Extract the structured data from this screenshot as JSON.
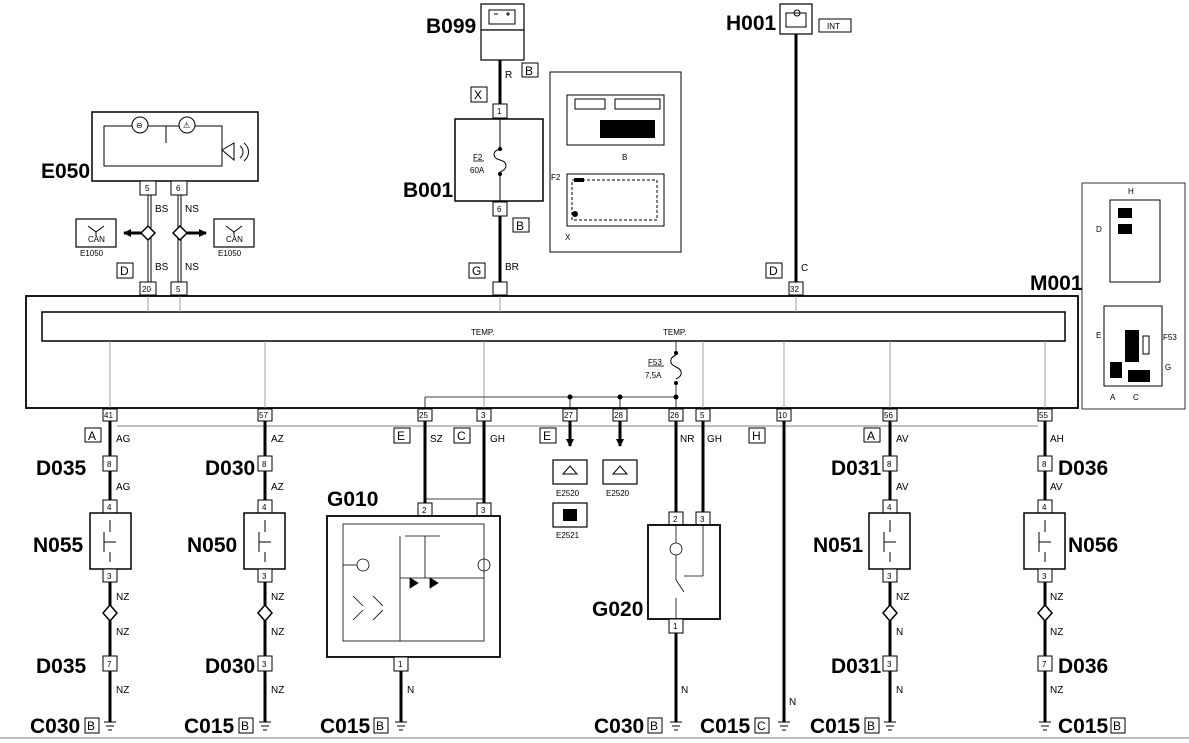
{
  "components": {
    "B099": "B099",
    "H001": "H001",
    "H001_tag": "INT",
    "B001": "B001",
    "E050": "E050",
    "M001": "M001",
    "D035": "D035",
    "D030": "D030",
    "D031": "D031",
    "D036": "D036",
    "N055": "N055",
    "N050": "N050",
    "N051": "N051",
    "N056": "N056",
    "G010": "G010",
    "G020": "G020",
    "E1050": "E1050",
    "E2520": "E2520",
    "E2521": "E2521",
    "CAN": "CAN"
  },
  "fuses": {
    "F2": "F2",
    "F2_rating": "60A",
    "F53": "F53",
    "F53_rating": "7,5A",
    "temp": "TEMP."
  },
  "letters": {
    "A": "A",
    "B": "B",
    "C": "C",
    "D": "D",
    "E": "E",
    "F2": "F2",
    "G": "G",
    "H": "H",
    "X": "X",
    "F53": "F53"
  },
  "pins": {
    "p1": "1",
    "p2": "2",
    "p3": "3",
    "p4": "4",
    "p5": "5",
    "p6": "6",
    "p7": "7",
    "p8": "8",
    "p10": "10",
    "p20": "20",
    "p25": "25",
    "p26": "26",
    "p27": "27",
    "p28": "28",
    "p32": "32",
    "p41": "41",
    "p55": "55",
    "p56": "56",
    "p57": "57"
  },
  "wires": {
    "R": "R",
    "BR": "BR",
    "C": "C",
    "BS": "BS",
    "NS": "NS",
    "AG": "AG",
    "AZ": "AZ",
    "AV": "AV",
    "AH": "AH",
    "SZ": "SZ",
    "GH": "GH",
    "NR": "NR",
    "N": "N",
    "NZ": "NZ"
  },
  "grounds": {
    "C030": "C030",
    "C015": "C015"
  }
}
